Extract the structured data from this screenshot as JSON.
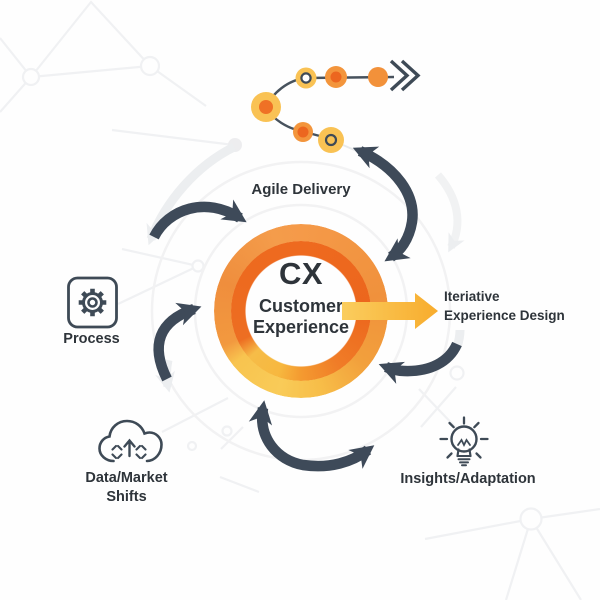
{
  "center": {
    "acronym": "CX",
    "line1": "Customer",
    "line2": "Experience"
  },
  "labels": {
    "agile_delivery": "Agile Delivery",
    "process": "Process",
    "data_market_line1": "Data/Market",
    "data_market_line2": "Shifts",
    "insights_adaptation": "Insights/Adaptation",
    "iterative_line1": "Iteriative",
    "iterative_line2": "Experience Design"
  },
  "icons": {
    "process": "gear-icon",
    "data_market_shifts": "cloud-shift-icon",
    "insights_adaptation": "lightbulb-icon",
    "journey_end": "double-chevron-icon"
  },
  "colors": {
    "ring_outer_orange": "#F59A49",
    "ring_inner_orange": "#EE6A1F",
    "ring_golden_yellow": "#F9CB58",
    "journey_dot_yellow": "#F9C254",
    "journey_dot_orange": "#F3953C",
    "journey_dot_core_orange": "#EC661F",
    "cycle_arrow_dark": "#3E4A59",
    "icon_stroke": "#3E4A56",
    "highlight_arrow_yellow": "#F9B837",
    "text_dark": "#2E343A",
    "faint_line_gray": "#F0F1F3"
  }
}
